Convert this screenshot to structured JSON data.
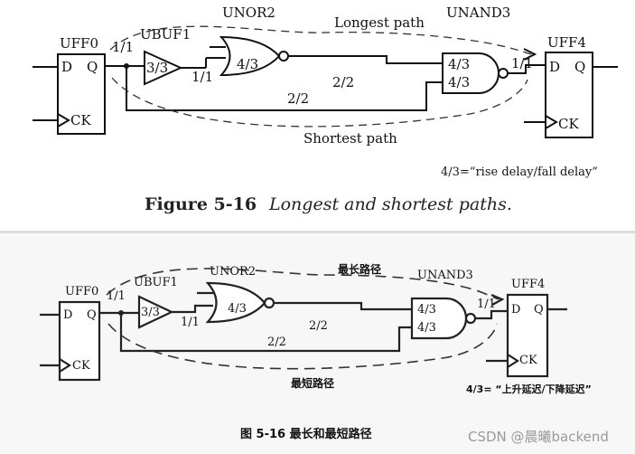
{
  "top_panel": {
    "cells": {
      "uff0": "UFF0",
      "ubuf1": "UBUF1",
      "unor2": "UNOR2",
      "unand3": "UNAND3",
      "uff4": "UFF4"
    },
    "pins": {
      "d": "D",
      "q": "Q",
      "ck": "CK"
    },
    "delays": {
      "uff0_q": "1/1",
      "ubuf1": "3/3",
      "ubuf1_out": "1/1",
      "unor2": "4/3",
      "wire_mid": "2/2",
      "wire_short": "2/2",
      "unand3_a": "4/3",
      "unand3_b": "4/3",
      "unand3_out": "1/1"
    },
    "longest_path": "Longest path",
    "shortest_path": "Shortest path",
    "legend": "4/3=“rise delay/fall delay”",
    "caption_label": "Figure 5-16",
    "caption_title": "Longest and shortest paths."
  },
  "bottom_panel": {
    "cells": {
      "uff0": "UFF0",
      "ubuf1": "UBUF1",
      "unor2": "UNOR2",
      "unand3": "UNAND3",
      "uff4": "UFF4"
    },
    "pins": {
      "d": "D",
      "q": "Q",
      "ck": "CK"
    },
    "delays": {
      "uff0_q": "1/1",
      "ubuf1": "3/3",
      "ubuf1_out": "1/1",
      "unor2": "4/3",
      "wire_mid": "2/2",
      "wire_short": "2/2",
      "unand3_a": "4/3",
      "unand3_b": "4/3",
      "unand3_out": "1/1"
    },
    "longest_path": "最长路径",
    "shortest_path": "最短路径",
    "legend": "4/3= “上升延迟/下降延迟”",
    "caption": "图 5-16   最长和最短路径"
  },
  "watermark": "CSDN @晨曦backend"
}
